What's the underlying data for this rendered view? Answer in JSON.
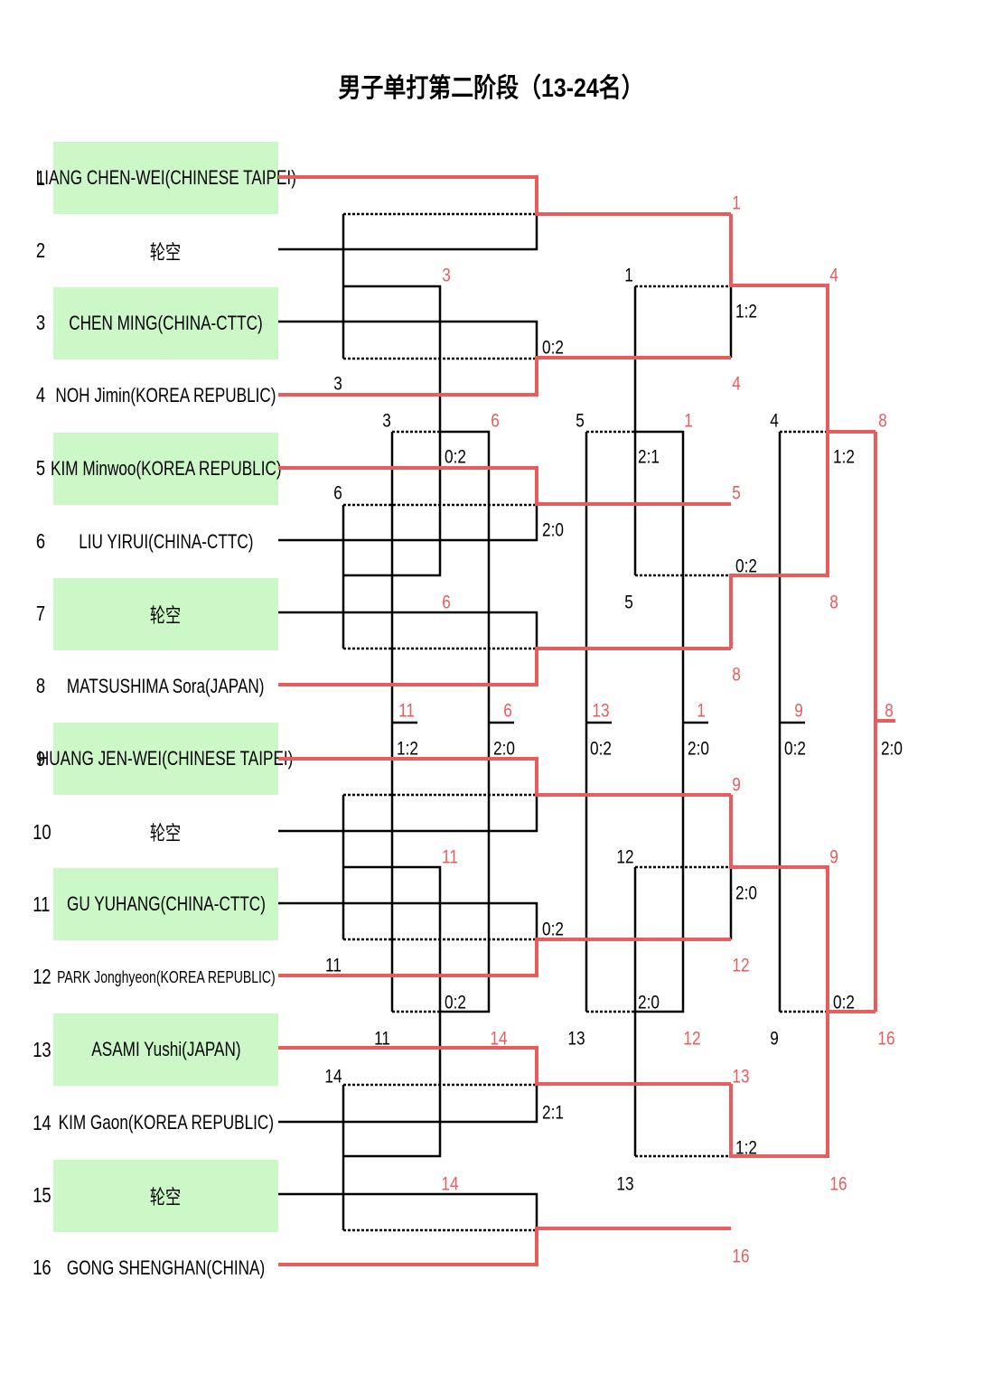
{
  "title": "男子单打第二阶段（13-24名）",
  "players": [
    {
      "seed": "1",
      "name": "LIANG CHEN-WEI(CHINESE TAIPEI)"
    },
    {
      "seed": "2",
      "name": "轮空"
    },
    {
      "seed": "3",
      "name": "CHEN MING(CHINA-CTTC)"
    },
    {
      "seed": "4",
      "name": "NOH Jimin(KOREA REPUBLIC)"
    },
    {
      "seed": "5",
      "name": "KIM Minwoo(KOREA REPUBLIC)"
    },
    {
      "seed": "6",
      "name": "LIU YIRUI(CHINA-CTTC)"
    },
    {
      "seed": "7",
      "name": "轮空"
    },
    {
      "seed": "8",
      "name": "MATSUSHIMA Sora(JAPAN)"
    },
    {
      "seed": "9",
      "name": "HUANG JEN-WEI(CHINESE TAIPEI)"
    },
    {
      "seed": "10",
      "name": "轮空"
    },
    {
      "seed": "11",
      "name": "GU YUHANG(CHINA-CTTC)"
    },
    {
      "seed": "12",
      "name": "PARK Jonghyeon(KOREA REPUBLIC)"
    },
    {
      "seed": "13",
      "name": "ASAMI Yushi(JAPAN)"
    },
    {
      "seed": "14",
      "name": "KIM Gaon(KOREA REPUBLIC)"
    },
    {
      "seed": "15",
      "name": "轮空"
    },
    {
      "seed": "16",
      "name": "GONG SHENGHAN(CHINA)"
    }
  ],
  "colors": {
    "winner_line": "#e85c5c",
    "player_highlight": "#ccf8c8",
    "line": "#000000"
  },
  "bracket_labels": [
    {
      "text": "1",
      "color": "red"
    },
    {
      "text": "3",
      "color": "red"
    },
    {
      "text": "1",
      "color": "black"
    },
    {
      "text": "4",
      "color": "red"
    },
    {
      "text": "1:2",
      "color": "black"
    },
    {
      "text": "0:2",
      "color": "black"
    },
    {
      "text": "3",
      "color": "black"
    },
    {
      "text": "4",
      "color": "red"
    },
    {
      "text": "3",
      "color": "black"
    },
    {
      "text": "6",
      "color": "red"
    },
    {
      "text": "5",
      "color": "black"
    },
    {
      "text": "1",
      "color": "red"
    },
    {
      "text": "4",
      "color": "black"
    },
    {
      "text": "8",
      "color": "red"
    },
    {
      "text": "0:2",
      "color": "black"
    },
    {
      "text": "2:1",
      "color": "black"
    },
    {
      "text": "1:2",
      "color": "black"
    },
    {
      "text": "6",
      "color": "black"
    },
    {
      "text": "5",
      "color": "red"
    },
    {
      "text": "2:0",
      "color": "black"
    },
    {
      "text": "0:2",
      "color": "black"
    },
    {
      "text": "6",
      "color": "red"
    },
    {
      "text": "5",
      "color": "black"
    },
    {
      "text": "8",
      "color": "red"
    },
    {
      "text": "8",
      "color": "red"
    },
    {
      "text": "11",
      "color": "red"
    },
    {
      "text": "6",
      "color": "red"
    },
    {
      "text": "13",
      "color": "red"
    },
    {
      "text": "1",
      "color": "red"
    },
    {
      "text": "9",
      "color": "red"
    },
    {
      "text": "8",
      "color": "red"
    },
    {
      "text": "1:2",
      "color": "black"
    },
    {
      "text": "2:0",
      "color": "black"
    },
    {
      "text": "0:2",
      "color": "black"
    },
    {
      "text": "2:0",
      "color": "black"
    },
    {
      "text": "0:2",
      "color": "black"
    },
    {
      "text": "2:0",
      "color": "black"
    },
    {
      "text": "9",
      "color": "red"
    },
    {
      "text": "11",
      "color": "red"
    },
    {
      "text": "12",
      "color": "black"
    },
    {
      "text": "9",
      "color": "red"
    },
    {
      "text": "2:0",
      "color": "black"
    },
    {
      "text": "0:2",
      "color": "black"
    },
    {
      "text": "11",
      "color": "black"
    },
    {
      "text": "12",
      "color": "red"
    },
    {
      "text": "0:2",
      "color": "black"
    },
    {
      "text": "2:0",
      "color": "black"
    },
    {
      "text": "0:2",
      "color": "black"
    },
    {
      "text": "11",
      "color": "black"
    },
    {
      "text": "14",
      "color": "red"
    },
    {
      "text": "13",
      "color": "black"
    },
    {
      "text": "12",
      "color": "red"
    },
    {
      "text": "9",
      "color": "black"
    },
    {
      "text": "16",
      "color": "red"
    },
    {
      "text": "14",
      "color": "black"
    },
    {
      "text": "13",
      "color": "red"
    },
    {
      "text": "2:1",
      "color": "black"
    },
    {
      "text": "1:2",
      "color": "black"
    },
    {
      "text": "14",
      "color": "red"
    },
    {
      "text": "13",
      "color": "black"
    },
    {
      "text": "16",
      "color": "red"
    },
    {
      "text": "16",
      "color": "red"
    }
  ]
}
